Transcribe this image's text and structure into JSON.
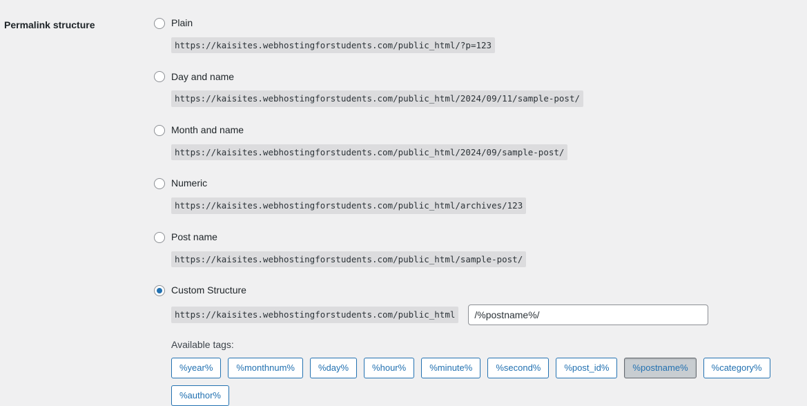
{
  "settings": {
    "field_label": "Permalink structure",
    "options": [
      {
        "key": "plain",
        "label": "Plain",
        "example": "https://kaisites.webhostingforstudents.com/public_html/?p=123",
        "selected": false
      },
      {
        "key": "day-and-name",
        "label": "Day and name",
        "example": "https://kaisites.webhostingforstudents.com/public_html/2024/09/11/sample-post/",
        "selected": false
      },
      {
        "key": "month-and-name",
        "label": "Month and name",
        "example": "https://kaisites.webhostingforstudents.com/public_html/2024/09/sample-post/",
        "selected": false
      },
      {
        "key": "numeric",
        "label": "Numeric",
        "example": "https://kaisites.webhostingforstudents.com/public_html/archives/123",
        "selected": false
      },
      {
        "key": "post-name",
        "label": "Post name",
        "example": "https://kaisites.webhostingforstudents.com/public_html/sample-post/",
        "selected": false
      },
      {
        "key": "custom-structure",
        "label": "Custom Structure",
        "example": "https://kaisites.webhostingforstudents.com/public_html",
        "selected": true
      }
    ],
    "custom_structure": {
      "prefix": "https://kaisites.webhostingforstudents.com/public_html",
      "value": "/%postname%/",
      "placeholder": ""
    },
    "available_tags_label": "Available tags:",
    "tags": [
      {
        "label": "%year%",
        "active": false
      },
      {
        "label": "%monthnum%",
        "active": false
      },
      {
        "label": "%day%",
        "active": false
      },
      {
        "label": "%hour%",
        "active": false
      },
      {
        "label": "%minute%",
        "active": false
      },
      {
        "label": "%second%",
        "active": false
      },
      {
        "label": "%post_id%",
        "active": false
      },
      {
        "label": "%postname%",
        "active": true
      },
      {
        "label": "%category%",
        "active": false
      },
      {
        "label": "%author%",
        "active": false
      }
    ]
  },
  "colors": {
    "page_background": "#f0f0f1",
    "code_background": "#dcdcde",
    "accent": "#2271b1",
    "text": "#3c434a",
    "heading": "#1d2327",
    "border": "#8c8f94",
    "active_tag_background": "#c8cdd1"
  }
}
